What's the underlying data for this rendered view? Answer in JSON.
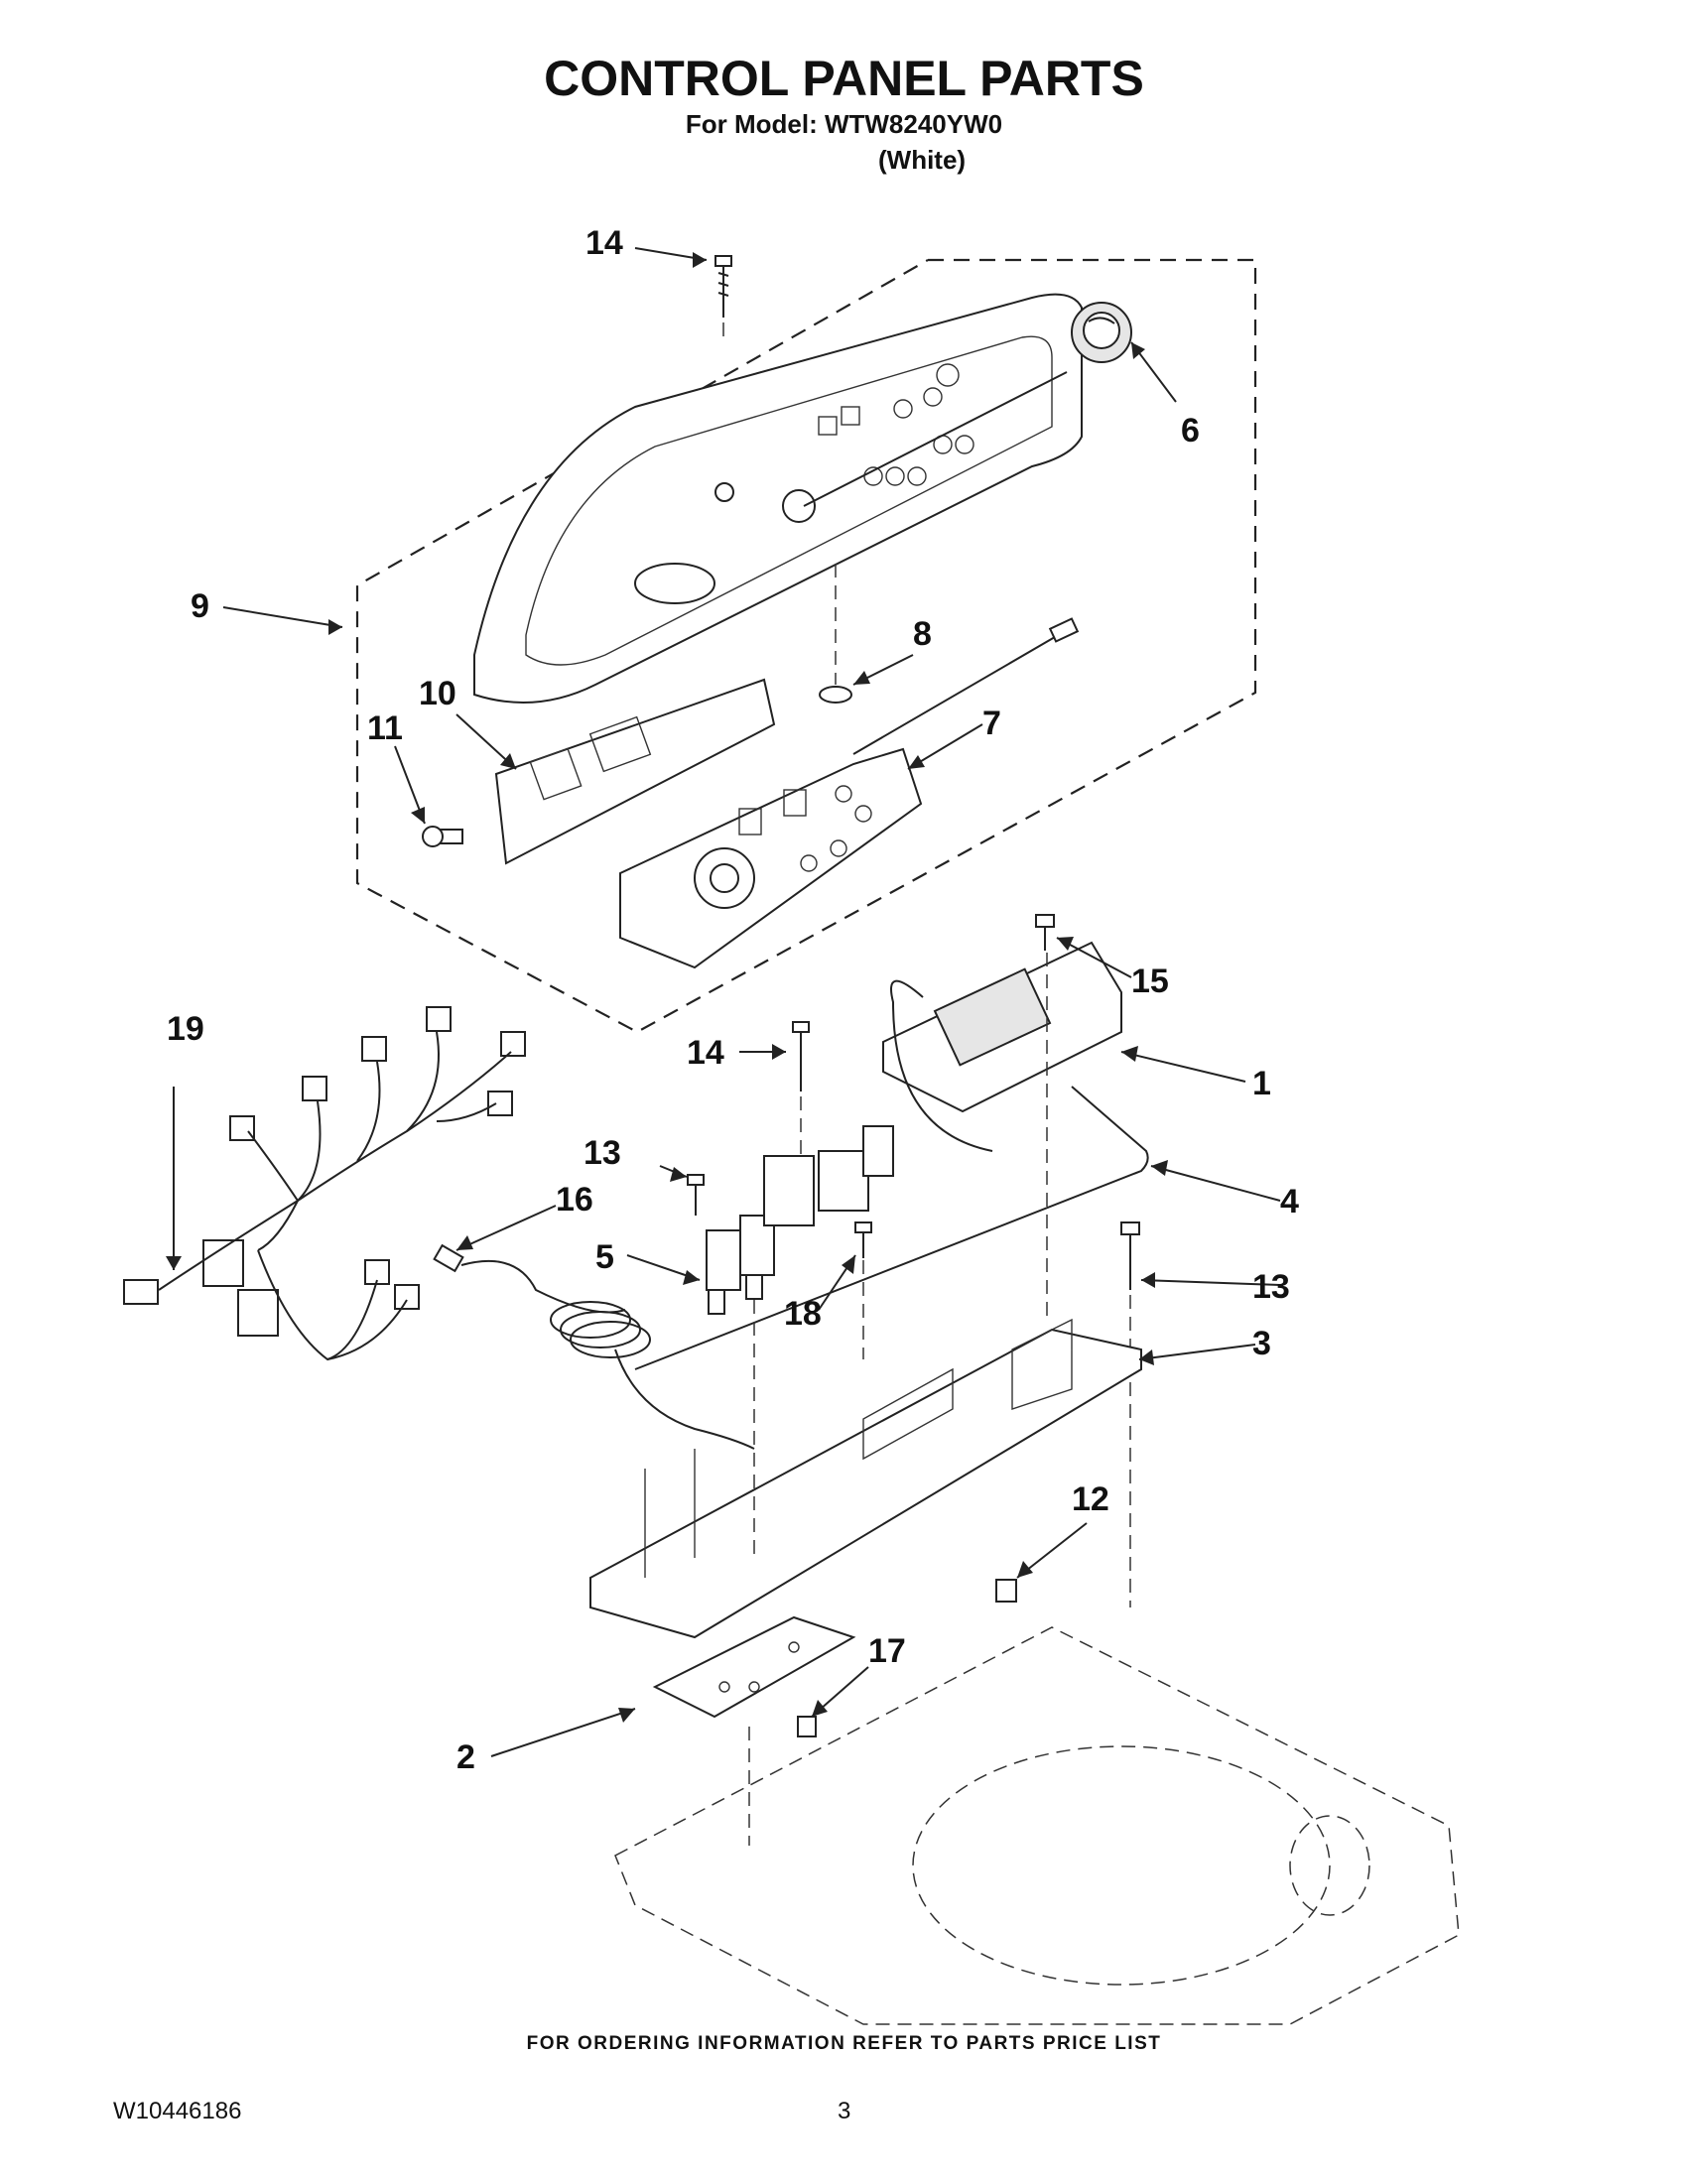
{
  "header": {
    "title": "CONTROL PANEL PARTS",
    "model_line": "For Model: WTW8240YW0",
    "color_line": "(White)"
  },
  "callouts": [
    "1",
    "2",
    "3",
    "4",
    "5",
    "6",
    "7",
    "8",
    "9",
    "10",
    "11",
    "12",
    "13",
    "13",
    "14",
    "14",
    "15",
    "16",
    "17",
    "18",
    "19"
  ],
  "footer": {
    "ordering_note": "FOR ORDERING INFORMATION REFER TO PARTS PRICE LIST",
    "doc_code": "W10446186",
    "page_number": "3"
  }
}
